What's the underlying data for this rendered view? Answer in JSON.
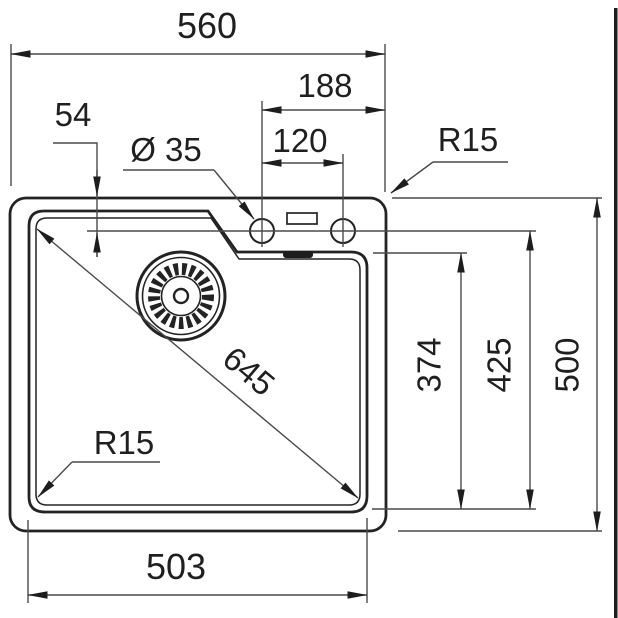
{
  "drawing": {
    "type": "sink-installation-technical-drawing",
    "view": "top view with dimensions",
    "dimensions": {
      "overall_width": "560",
      "ledge_width": "188",
      "hole_spacing": "120",
      "hole_offset_from_top": "54",
      "hole_diameter": "Ø 35",
      "radius_outer_corner": "R15",
      "radius_bowl_corner": "R15",
      "diagonal": "645",
      "ledge_to_front": "374",
      "holes_to_front": "425",
      "overall_depth": "500",
      "bowl_width": "503"
    },
    "colors": {
      "object_line": "#232323",
      "dimension_line": "#4a4a4a",
      "arrow": "#1d1d1d",
      "text": "#1f1f1f",
      "background": "#ffffff",
      "border_bar": "#1d1d1d"
    }
  }
}
